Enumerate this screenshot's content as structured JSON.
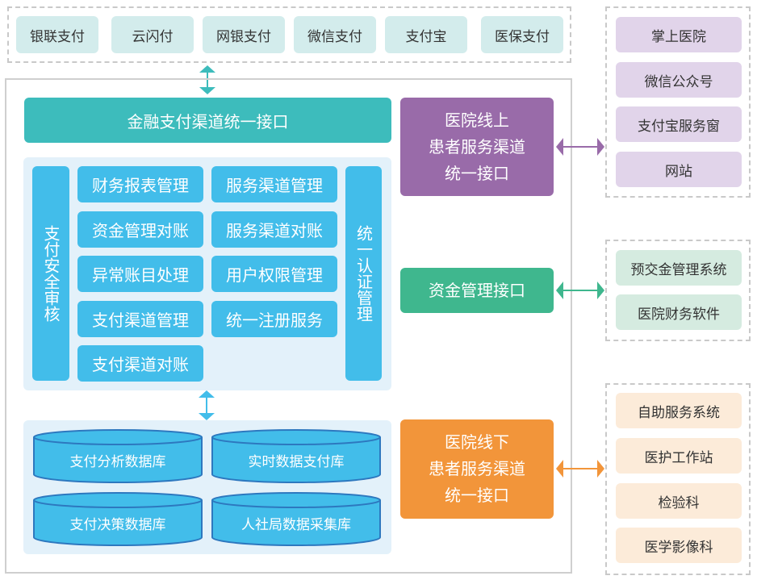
{
  "payment_channels": [
    "银联支付",
    "云闪付",
    "网银支付",
    "微信支付",
    "支付宝",
    "医保支付"
  ],
  "platform": {
    "gateway_label": "金融支付渠道统一接口",
    "left_column_label": "支付安全审核",
    "right_column_label": "统一认证管理",
    "functions": [
      "财务报表管理",
      "服务渠道管理",
      "资金管理对账",
      "服务渠道对账",
      "异常账目处理",
      "用户权限管理",
      "支付渠道管理",
      "统一注册服务",
      "支付渠道对账"
    ],
    "databases": [
      "支付分析数据库",
      "实时数据支付库",
      "支付决策数据库",
      "人社局数据采集库"
    ]
  },
  "interfaces": {
    "online": {
      "lines": [
        "医院线上",
        "患者服务渠道",
        "统一接口"
      ],
      "color": "#996ba9"
    },
    "fund": {
      "lines": [
        "资金管理接口"
      ],
      "color": "#3fb78e"
    },
    "offline": {
      "lines": [
        "医院线下",
        "患者服务渠道",
        "统一接口"
      ],
      "color": "#f2953a"
    }
  },
  "external_systems": {
    "online": [
      "掌上医院",
      "微信公众号",
      "支付宝服务窗",
      "网站"
    ],
    "fund": [
      "预交金管理系统",
      "医院财务软件"
    ],
    "offline": [
      "自助服务系统",
      "医护工作站",
      "检验科",
      "医学影像科"
    ]
  },
  "colors": {
    "teal": "#3dbcbc",
    "function_blue": "#42bdea",
    "db_stroke": "#2d78bf",
    "panel_bg": "#e3f1fa"
  }
}
